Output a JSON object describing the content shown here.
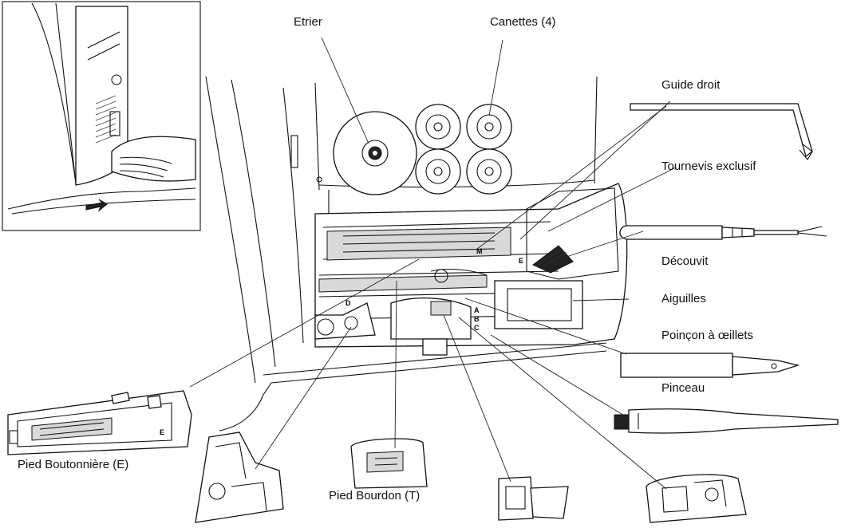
{
  "labels": {
    "etrier": "Etrier",
    "canettes": "Canettes (4)",
    "guide_droit": "Guide droit",
    "tournevis": "Tournevis exclusif",
    "decouvit": "Découvit",
    "aiguilles": "Aiguilles",
    "poincon": "Poinçon à œillets",
    "pinceau": "Pinceau",
    "pied_boutonniere": "Pied Boutonnière (E)",
    "pied_bourdon": "Pied Bourdon (T)"
  },
  "tray_letters": {
    "m": "M",
    "e": "E",
    "d": "D",
    "a": "A",
    "b": "B",
    "c": "C"
  }
}
